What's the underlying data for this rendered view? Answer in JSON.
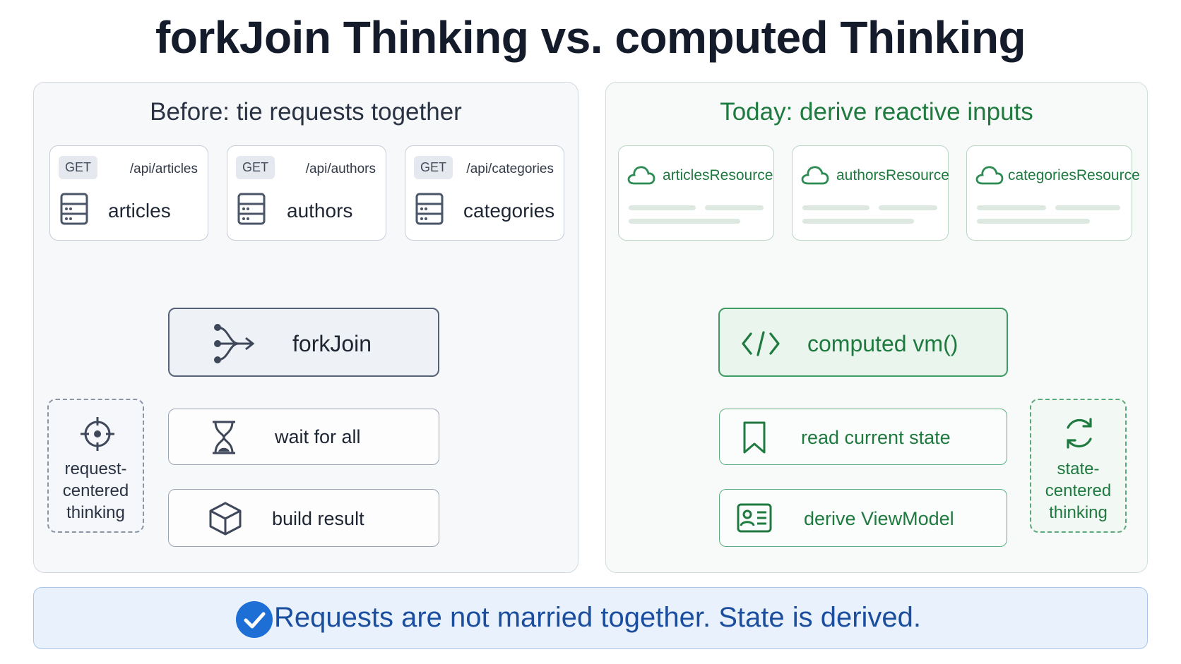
{
  "title": "forkJoin Thinking vs. computed Thinking",
  "left": {
    "title": "Before: tie requests together",
    "requests": [
      {
        "method": "GET",
        "path": "/api/articles",
        "name": "articles"
      },
      {
        "method": "GET",
        "path": "/api/authors",
        "name": "authors"
      },
      {
        "method": "GET",
        "path": "/api/categories",
        "name": "categories"
      }
    ],
    "main_step": "forkJoin",
    "steps": [
      "wait for all",
      "build result"
    ],
    "note": "request-\ncentered\nthinking",
    "stroke_color": "#56627a"
  },
  "right": {
    "title": "Today: derive reactive inputs",
    "resources": [
      "articlesResource",
      "authorsResource",
      "categoriesResource"
    ],
    "main_step": "computed vm()",
    "steps": [
      "read current state",
      "derive ViewModel"
    ],
    "note": "state-\ncentered\nthinking",
    "accent_color": "#1f7a3f"
  },
  "banner": {
    "text": "Requests are not married together. State is derived.",
    "icon": "check-circle-icon",
    "color": "#1c4ea0"
  }
}
